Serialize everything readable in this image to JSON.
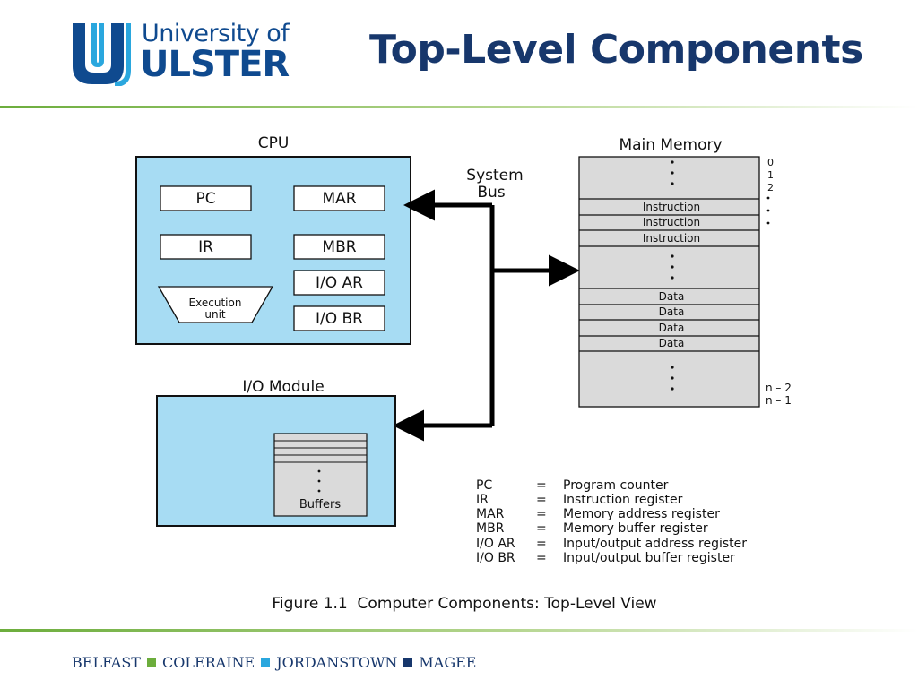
{
  "header": {
    "logo_line1": "University of",
    "logo_line2": "ULSTER",
    "title": "Top-Level Components"
  },
  "diagram": {
    "cpu": {
      "title": "CPU",
      "registers": [
        "PC",
        "MAR",
        "IR",
        "MBR",
        "I/O AR",
        "I/O BR"
      ],
      "execution_unit": [
        "Execution",
        "unit"
      ]
    },
    "system_bus": [
      "System",
      "Bus"
    ],
    "main_memory": {
      "title": "Main Memory",
      "rows": [
        "Instruction",
        "Instruction",
        "Instruction",
        "Data",
        "Data",
        "Data",
        "Data"
      ],
      "addresses_top": [
        "0",
        "1",
        "2"
      ],
      "addresses_bottom": [
        "n – 2",
        "n – 1"
      ]
    },
    "io_module": {
      "title": "I/O Module",
      "buffers_label": "Buffers"
    },
    "legend": [
      {
        "abbr": "PC",
        "eq": "=",
        "desc": "Program counter"
      },
      {
        "abbr": "IR",
        "eq": "=",
        "desc": "Instruction register"
      },
      {
        "abbr": "MAR",
        "eq": "=",
        "desc": "Memory address register"
      },
      {
        "abbr": "MBR",
        "eq": "=",
        "desc": "Memory buffer register"
      },
      {
        "abbr": "I/O AR",
        "eq": "=",
        "desc": "Input/output address register"
      },
      {
        "abbr": "I/O BR",
        "eq": "=",
        "desc": "Input/output buffer register"
      }
    ],
    "caption": "Figure 1.1  Computer Components: Top-Level View"
  },
  "footer": {
    "campuses": [
      "BELFAST",
      "COLERAINE",
      "JORDANSTOWN",
      "MAGEE"
    ]
  },
  "colors": {
    "box_fill": "#a7dcf3",
    "memory_fill": "#dadada",
    "brand_blue": "#0f4a8f",
    "title_navy": "#17376c",
    "logo_cyan": "#2aa7de",
    "accent_green": "#6cad3c"
  }
}
